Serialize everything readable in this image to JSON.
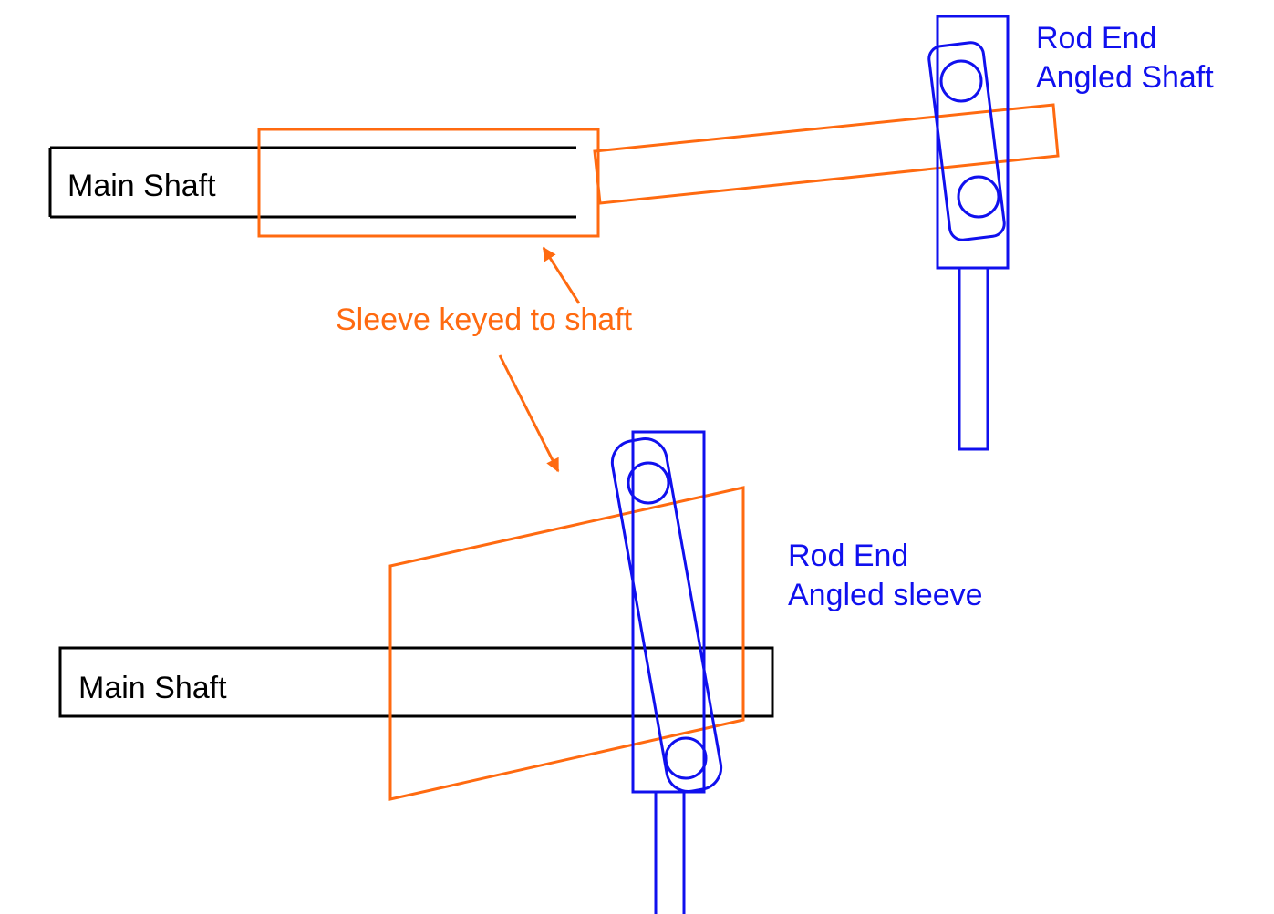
{
  "colors": {
    "shaft": "#000000",
    "sleeve": "#ff6a10",
    "rod_end": "#1010ee"
  },
  "top_assembly": {
    "shaft_label": "Main Shaft",
    "rod_end_label_line1": "Rod End",
    "rod_end_label_line2": "Angled Shaft"
  },
  "callout": {
    "label": "Sleeve keyed to shaft"
  },
  "bottom_assembly": {
    "shaft_label": "Main Shaft",
    "rod_end_label_line1": "Rod End",
    "rod_end_label_line2": "Angled sleeve"
  }
}
